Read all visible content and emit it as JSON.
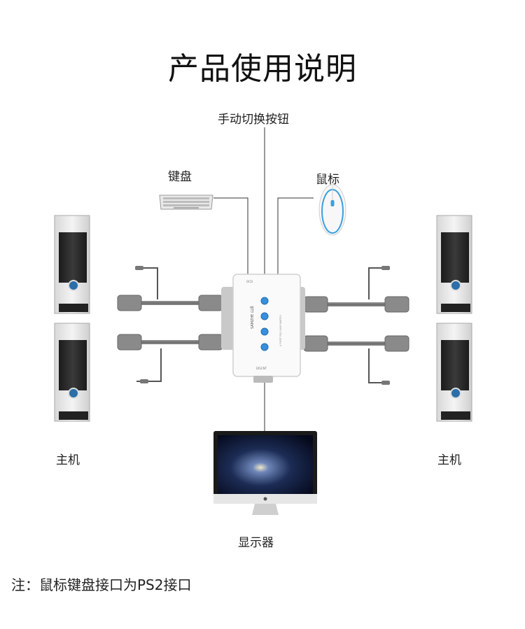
{
  "title": "产品使用说明",
  "labels": {
    "manual_switch_button": "手动切换按钮",
    "keyboard": "键盘",
    "mouse": "鼠标",
    "host_left": "主机",
    "host_right": "主机",
    "monitor": "显示器"
  },
  "switch_box_text": {
    "brand": "SAMZHE 山泽",
    "model": "4 PORT PS/2 KVM SWITCH",
    "top_left_port": "OCD",
    "bottom_port": "DISCNT"
  },
  "note": "注：鼠标键盘接口为PS2接口",
  "colors": {
    "line": "#333333",
    "cable": "#777777",
    "button_blue": "#3a8fd8",
    "case_dark": "#2a2a2a"
  }
}
